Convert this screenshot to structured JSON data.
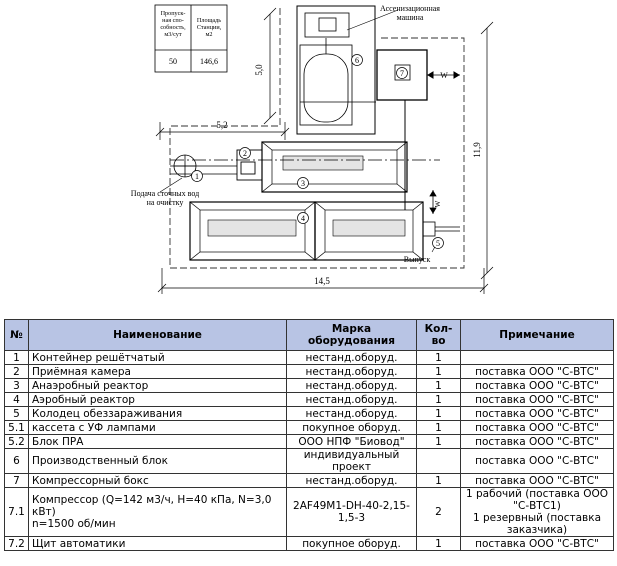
{
  "drawing": {
    "capacity_table": {
      "col1_header": [
        "Пропуск-",
        "ная спо-",
        "собность,",
        "м3/сут"
      ],
      "col2_header": [
        "Площадь",
        "Станции,",
        "м2"
      ],
      "col1_value": "50",
      "col2_value": "146,6"
    },
    "callout_sewage_truck": [
      "Ассенизационная",
      "машина"
    ],
    "callout_inlet": [
      "Подача сточных вод",
      "на очистку"
    ],
    "callout_outlet": "Выпуск",
    "dim_5_0": "5,0",
    "dim_5_2": "5,2",
    "dim_11_9": "11,9",
    "dim_14_5": "14,5",
    "label_w": "W",
    "markers": [
      "1",
      "2",
      "3",
      "4",
      "5",
      "6",
      "7"
    ],
    "outlet_color": "#cc0000"
  },
  "table": {
    "header_bg": "#b8c4e4",
    "headers": {
      "num": "№",
      "name": "Наименование",
      "mark": [
        "Марка",
        "оборудования"
      ],
      "qty": [
        "Кол-",
        "во"
      ],
      "note": "Примечание"
    },
    "rows": [
      {
        "num": "1",
        "name": "Контейнер решётчатый",
        "mark": "нестанд.оборуд.",
        "qty": "1",
        "note": ""
      },
      {
        "num": "2",
        "name": "Приёмная камера",
        "mark": "нестанд.оборуд.",
        "qty": "1",
        "note": "поставка ООО \"С-ВТС\""
      },
      {
        "num": "3",
        "name": "Анаэробный реактор",
        "mark": "нестанд.оборуд.",
        "qty": "1",
        "note": "поставка ООО \"С-ВТС\""
      },
      {
        "num": "4",
        "name": "Аэробный реактор",
        "mark": "нестанд.оборуд.",
        "qty": "1",
        "note": "поставка ООО \"С-ВТС\""
      },
      {
        "num": "5",
        "name": "Колодец обеззараживания",
        "mark": "нестанд.оборуд.",
        "qty": "1",
        "note": "поставка ООО \"С-ВТС\""
      },
      {
        "num": "5.1",
        "name": "кассета с УФ лампами",
        "mark": "покупное оборуд.",
        "qty": "1",
        "note": "поставка ООО \"С-ВТС\""
      },
      {
        "num": "5.2",
        "name": "Блок ПРА",
        "mark": "ООО НПФ \"Биовод\"",
        "qty": "1",
        "note": "поставка ООО \"С-ВТС\""
      },
      {
        "num": "6",
        "name": "Производственный блок",
        "mark": [
          "индивидуальный",
          "проект"
        ],
        "qty": "",
        "note": "поставка ООО \"С-ВТС\""
      },
      {
        "num": "7",
        "name": "Компрессорный бокс",
        "mark": "нестанд.оборуд.",
        "qty": "1",
        "note": "поставка ООО \"С-ВТС\""
      },
      {
        "num": "7.1",
        "name": [
          "Компрессор (Q=142 м3/ч, H=40 кПа, N=3,0 кВт)",
          "n=1500 об/мин"
        ],
        "mark": [
          "2AF49M1-DH-40-2,15-",
          "1,5-3"
        ],
        "qty": "2",
        "note": [
          "1 рабочий (поставка ООО",
          "\"С-ВТС1)",
          "1 резервный (поставка",
          "заказчика)"
        ]
      },
      {
        "num": "7.2",
        "name": "Щит автоматики",
        "mark": "покупное оборуд.",
        "qty": "1",
        "note": "поставка ООО \"С-ВТС\""
      }
    ]
  }
}
